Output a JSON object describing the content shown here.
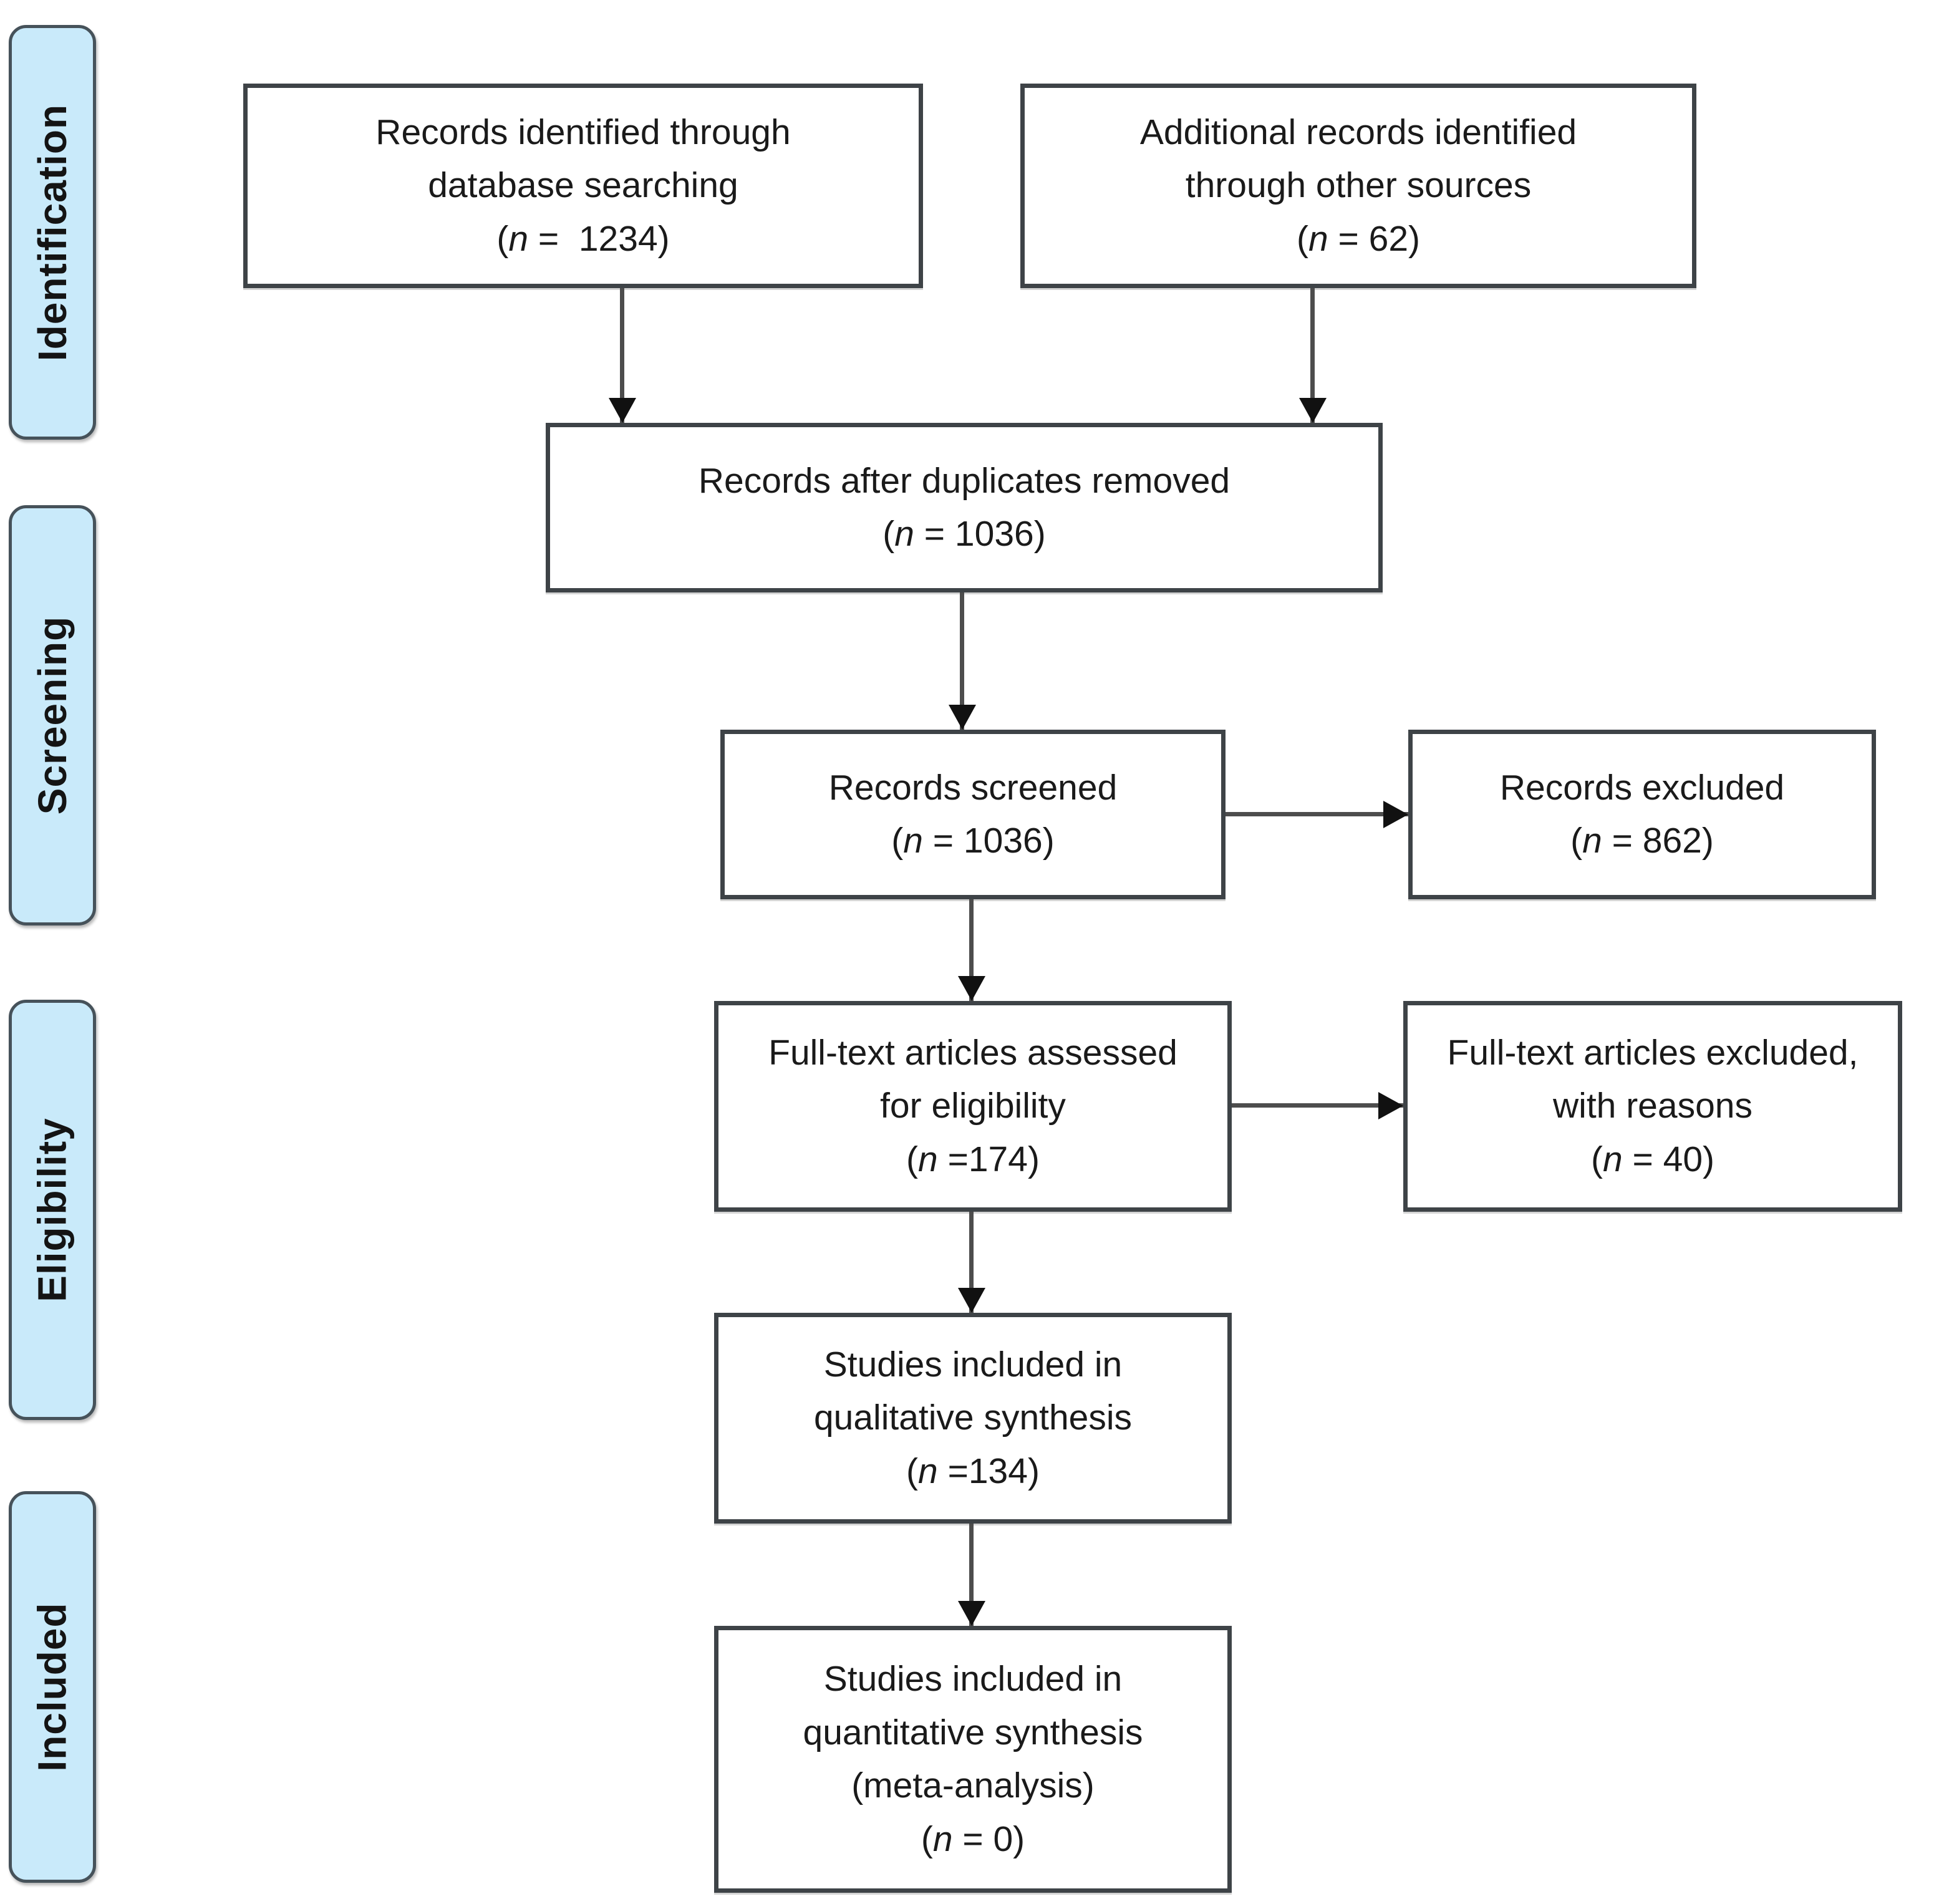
{
  "diagram": {
    "type": "prisma-flowchart",
    "stages": [
      {
        "label": "Identification"
      },
      {
        "label": "Screening"
      },
      {
        "label": "Eligibility"
      },
      {
        "label": "Included"
      }
    ],
    "boxes": {
      "identified": {
        "lines": [
          "Records identified through",
          "database searching"
        ],
        "count": "(n =  1234)"
      },
      "additional": {
        "lines": [
          "Additional records identified",
          "through other sources"
        ],
        "count": "(n = 62)"
      },
      "deduped": {
        "lines": [
          "Records after duplicates removed"
        ],
        "count": "(n = 1036)"
      },
      "screened": {
        "lines": [
          "Records screened"
        ],
        "count": "(n = 1036)"
      },
      "excluded": {
        "lines": [
          "Records excluded"
        ],
        "count": "(n = 862)"
      },
      "fulltext_assessed": {
        "lines": [
          "Full-text articles assessed",
          "for eligibility"
        ],
        "count": "(n =174)"
      },
      "fulltext_excluded": {
        "lines": [
          "Full-text articles excluded,",
          "with reasons"
        ],
        "count": "(n = 40)"
      },
      "qualitative": {
        "lines": [
          "Studies included in",
          "qualitative synthesis"
        ],
        "count": "(n =134)"
      },
      "quantitative": {
        "lines": [
          "Studies included in",
          "quantitative synthesis",
          "(meta-analysis)"
        ],
        "count": "(n = 0)"
      }
    },
    "colors": {
      "stage-fill": "#c9eafa",
      "stage-border": "#46525a",
      "box-border": "#3e4347",
      "box-fill": "#ffffff",
      "text": "#1a1a1a",
      "line": "#4d4d4d",
      "arrowhead": "#111111",
      "background": "#ffffff"
    }
  }
}
